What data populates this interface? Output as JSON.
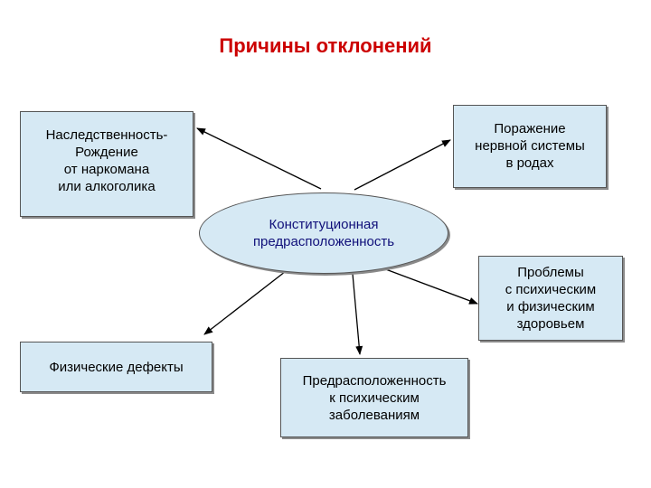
{
  "title": "Причины отклонений",
  "center_node": "Конституционная\nпредрасположенность",
  "nodes": {
    "heredity": "Наследственность-\nРождение\nот наркомана\nили алкоголика",
    "birth_injury": "Поражение\nнервной системы\nв родах",
    "health_problems": "Проблемы\nс психическим\nи физическим\nздоровьем",
    "physical_defects": "Физические дефекты",
    "mental_predisposition": "Предрасположенность\nк психическим\nзаболеваниям"
  },
  "colors": {
    "title": "#cc0000",
    "center_text": "#10107a",
    "box_fill": "#d6e9f4",
    "box_border": "#555555"
  }
}
